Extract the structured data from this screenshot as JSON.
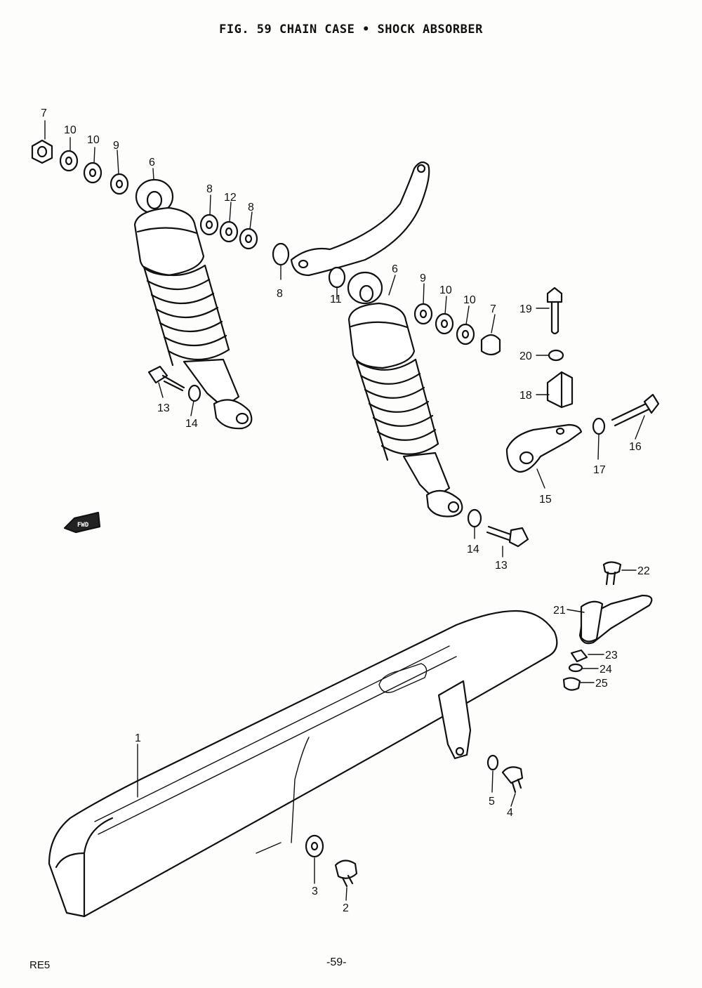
{
  "title": "FIG. 59   CHAIN CASE • SHOCK ABSORBER",
  "footer": {
    "model": "RE5",
    "page": "-59-"
  },
  "direction_arrow": "FWD",
  "callouts": {
    "c1": "1",
    "c2": "2",
    "c3": "3",
    "c4": "4",
    "c5": "5",
    "c6a": "6",
    "c6b": "6",
    "c7a": "7",
    "c7b": "7",
    "c8a": "8",
    "c8b": "8",
    "c8c": "8",
    "c9a": "9",
    "c9b": "9",
    "c10a": "10",
    "c10b": "10",
    "c10c": "10",
    "c10d": "10",
    "c11": "11",
    "c12": "12",
    "c13a": "13",
    "c13b": "13",
    "c14a": "14",
    "c14b": "14",
    "c15": "15",
    "c16": "16",
    "c17": "17",
    "c18": "18",
    "c19": "19",
    "c20": "20",
    "c21": "21",
    "c22": "22",
    "c23": "23",
    "c24": "24",
    "c25": "25"
  }
}
